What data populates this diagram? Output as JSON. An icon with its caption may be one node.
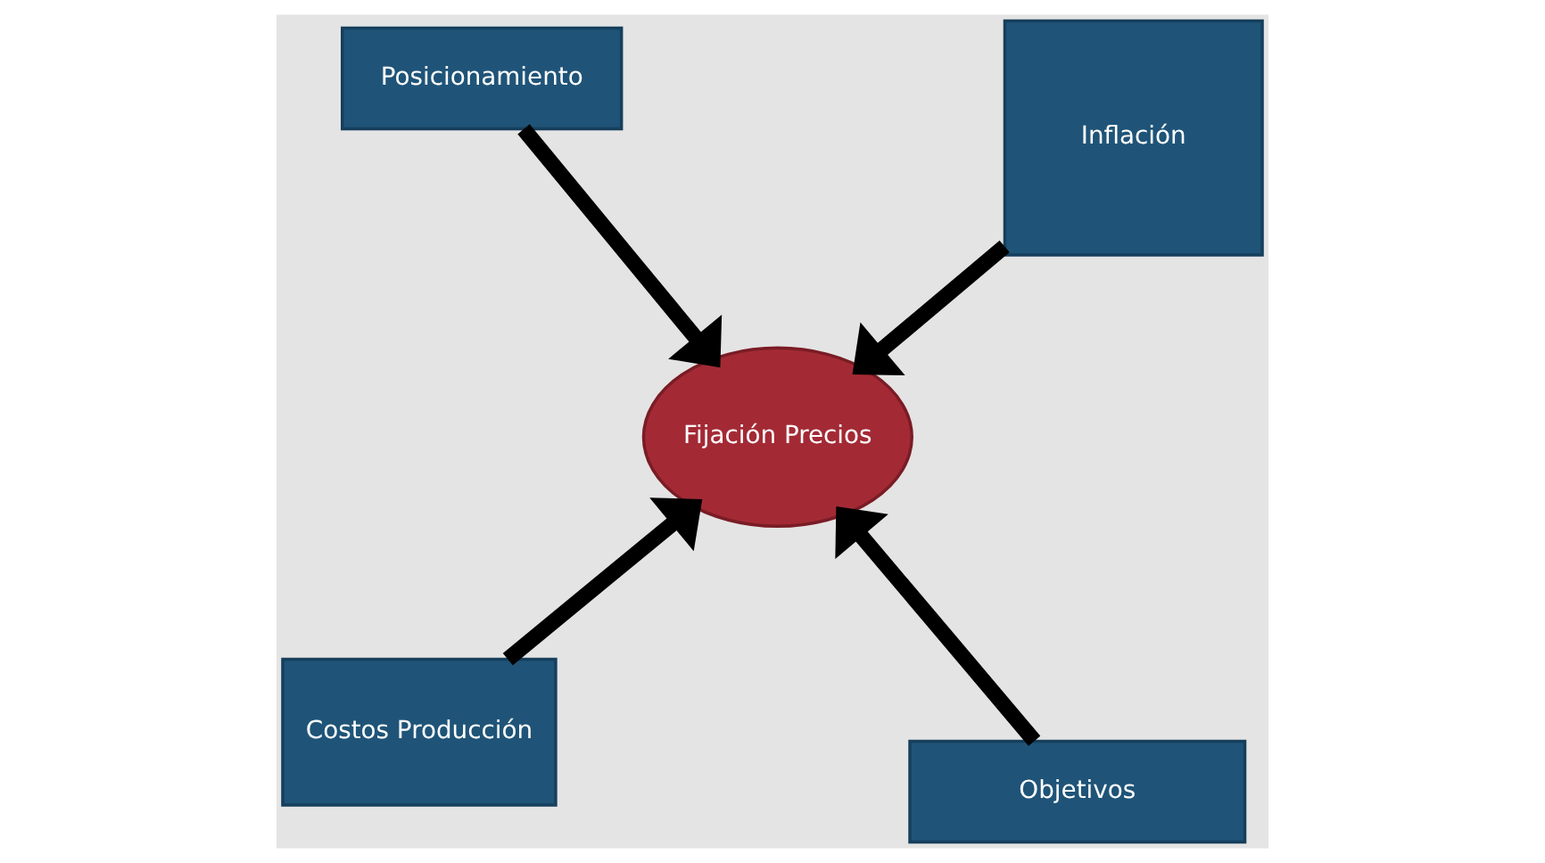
{
  "diagram": {
    "nodes": [
      {
        "text": [
          "Costos Producción"
        ]
      },
      {
        "text": [
          "Objetivos"
        ]
      },
      {
        "text": [
          "Fijación Precios"
        ]
      },
      {
        "text": [
          "Posicionamiento"
        ]
      },
      {
        "text": [
          "Inflación"
        ]
      }
    ],
    "edges": [
      {
        "from": 0,
        "to": 2,
        "arrow": "to"
      },
      {
        "from": 1,
        "to": 2,
        "arrow": "to"
      },
      {
        "from": 3,
        "to": 2,
        "arrow": "to"
      },
      {
        "from": 4,
        "to": 2,
        "arrow": "to"
      }
    ]
  }
}
